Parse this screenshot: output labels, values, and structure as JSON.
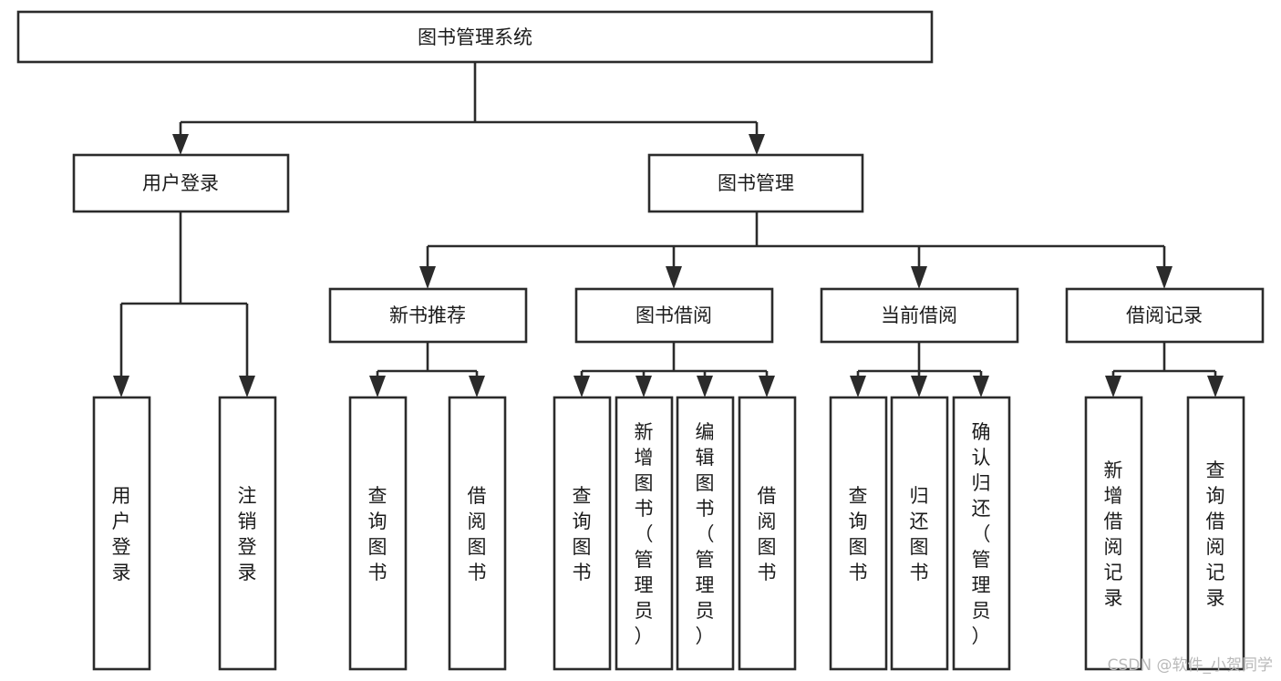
{
  "diagram": {
    "type": "tree-hierarchy-chart",
    "title": "图书管理系统",
    "orientation": "top-down",
    "colors": {
      "box_stroke": "#2b2b2b",
      "box_fill": "#ffffff",
      "text": "#1b1b1b",
      "background": "#ffffff",
      "watermark": "#b9b9b9"
    },
    "root": {
      "label": "图书管理系统"
    },
    "level2": [
      {
        "label": "用户登录"
      },
      {
        "label": "图书管理"
      }
    ],
    "level3": [
      {
        "label": "新书推荐"
      },
      {
        "label": "图书借阅"
      },
      {
        "label": "当前借阅"
      },
      {
        "label": "借阅记录"
      }
    ],
    "leaves": {
      "user_login": [
        {
          "label": "用户登录"
        },
        {
          "label": "注销登录"
        }
      ],
      "new_book_recommend": [
        {
          "label": "查询图书"
        },
        {
          "label": "借阅图书"
        }
      ],
      "book_borrow": [
        {
          "label": "查询图书"
        },
        {
          "label": "新增图书（管理员）"
        },
        {
          "label": "编辑图书（管理员）"
        },
        {
          "label": "借阅图书"
        }
      ],
      "current_borrow": [
        {
          "label": "查询图书"
        },
        {
          "label": "归还图书"
        },
        {
          "label": "确认归还（管理员）"
        }
      ],
      "borrow_record": [
        {
          "label": "新增借阅记录"
        },
        {
          "label": "查询借阅记录"
        }
      ]
    }
  },
  "watermark": {
    "text": "CSDN @软件_小贺同学"
  }
}
